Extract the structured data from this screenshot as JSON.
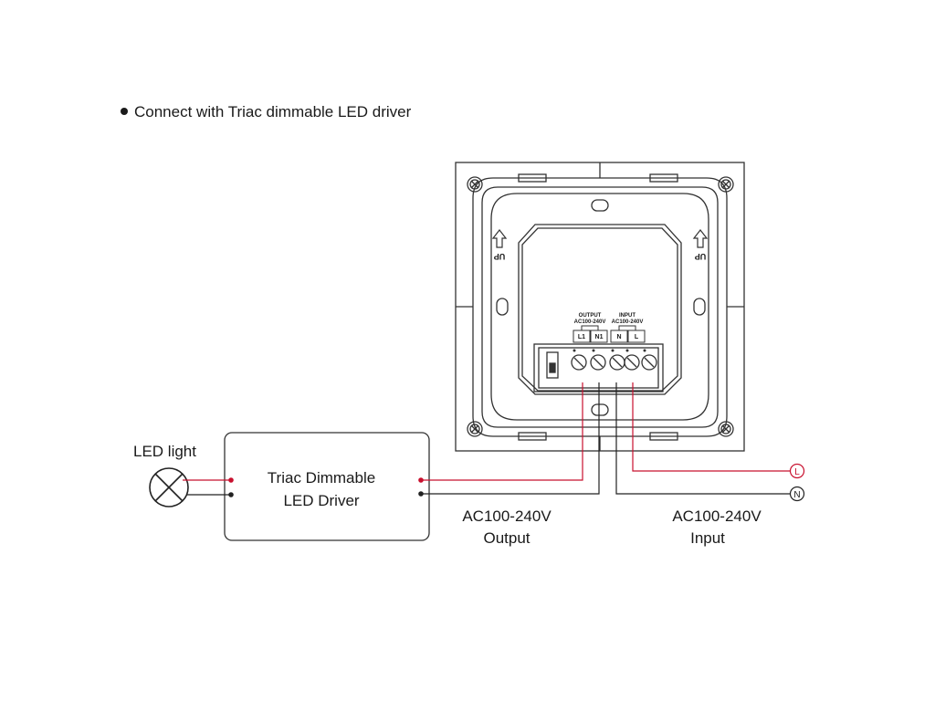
{
  "heading": "Connect with Triac dimmable LED driver",
  "led_light_label": "LED light",
  "driver": {
    "line1": "Triac Dimmable",
    "line2": "LED Driver"
  },
  "output": {
    "voltage": "AC100-240V",
    "label": "Output"
  },
  "input": {
    "voltage": "AC100-240V",
    "label": "Input"
  },
  "panel": {
    "output_header": "OUTPUT",
    "output_voltage": "AC100-240V",
    "input_header": "INPUT",
    "input_voltage": "AC100-240V",
    "terminals": [
      "L1",
      "N1",
      "N",
      "L"
    ],
    "up_left": "UP",
    "up_right": "UP"
  },
  "line_marker": "L",
  "neutral_marker": "N",
  "colors": {
    "live_wire": "#c8102e",
    "neutral_wire": "#222222",
    "outline": "#333333"
  }
}
